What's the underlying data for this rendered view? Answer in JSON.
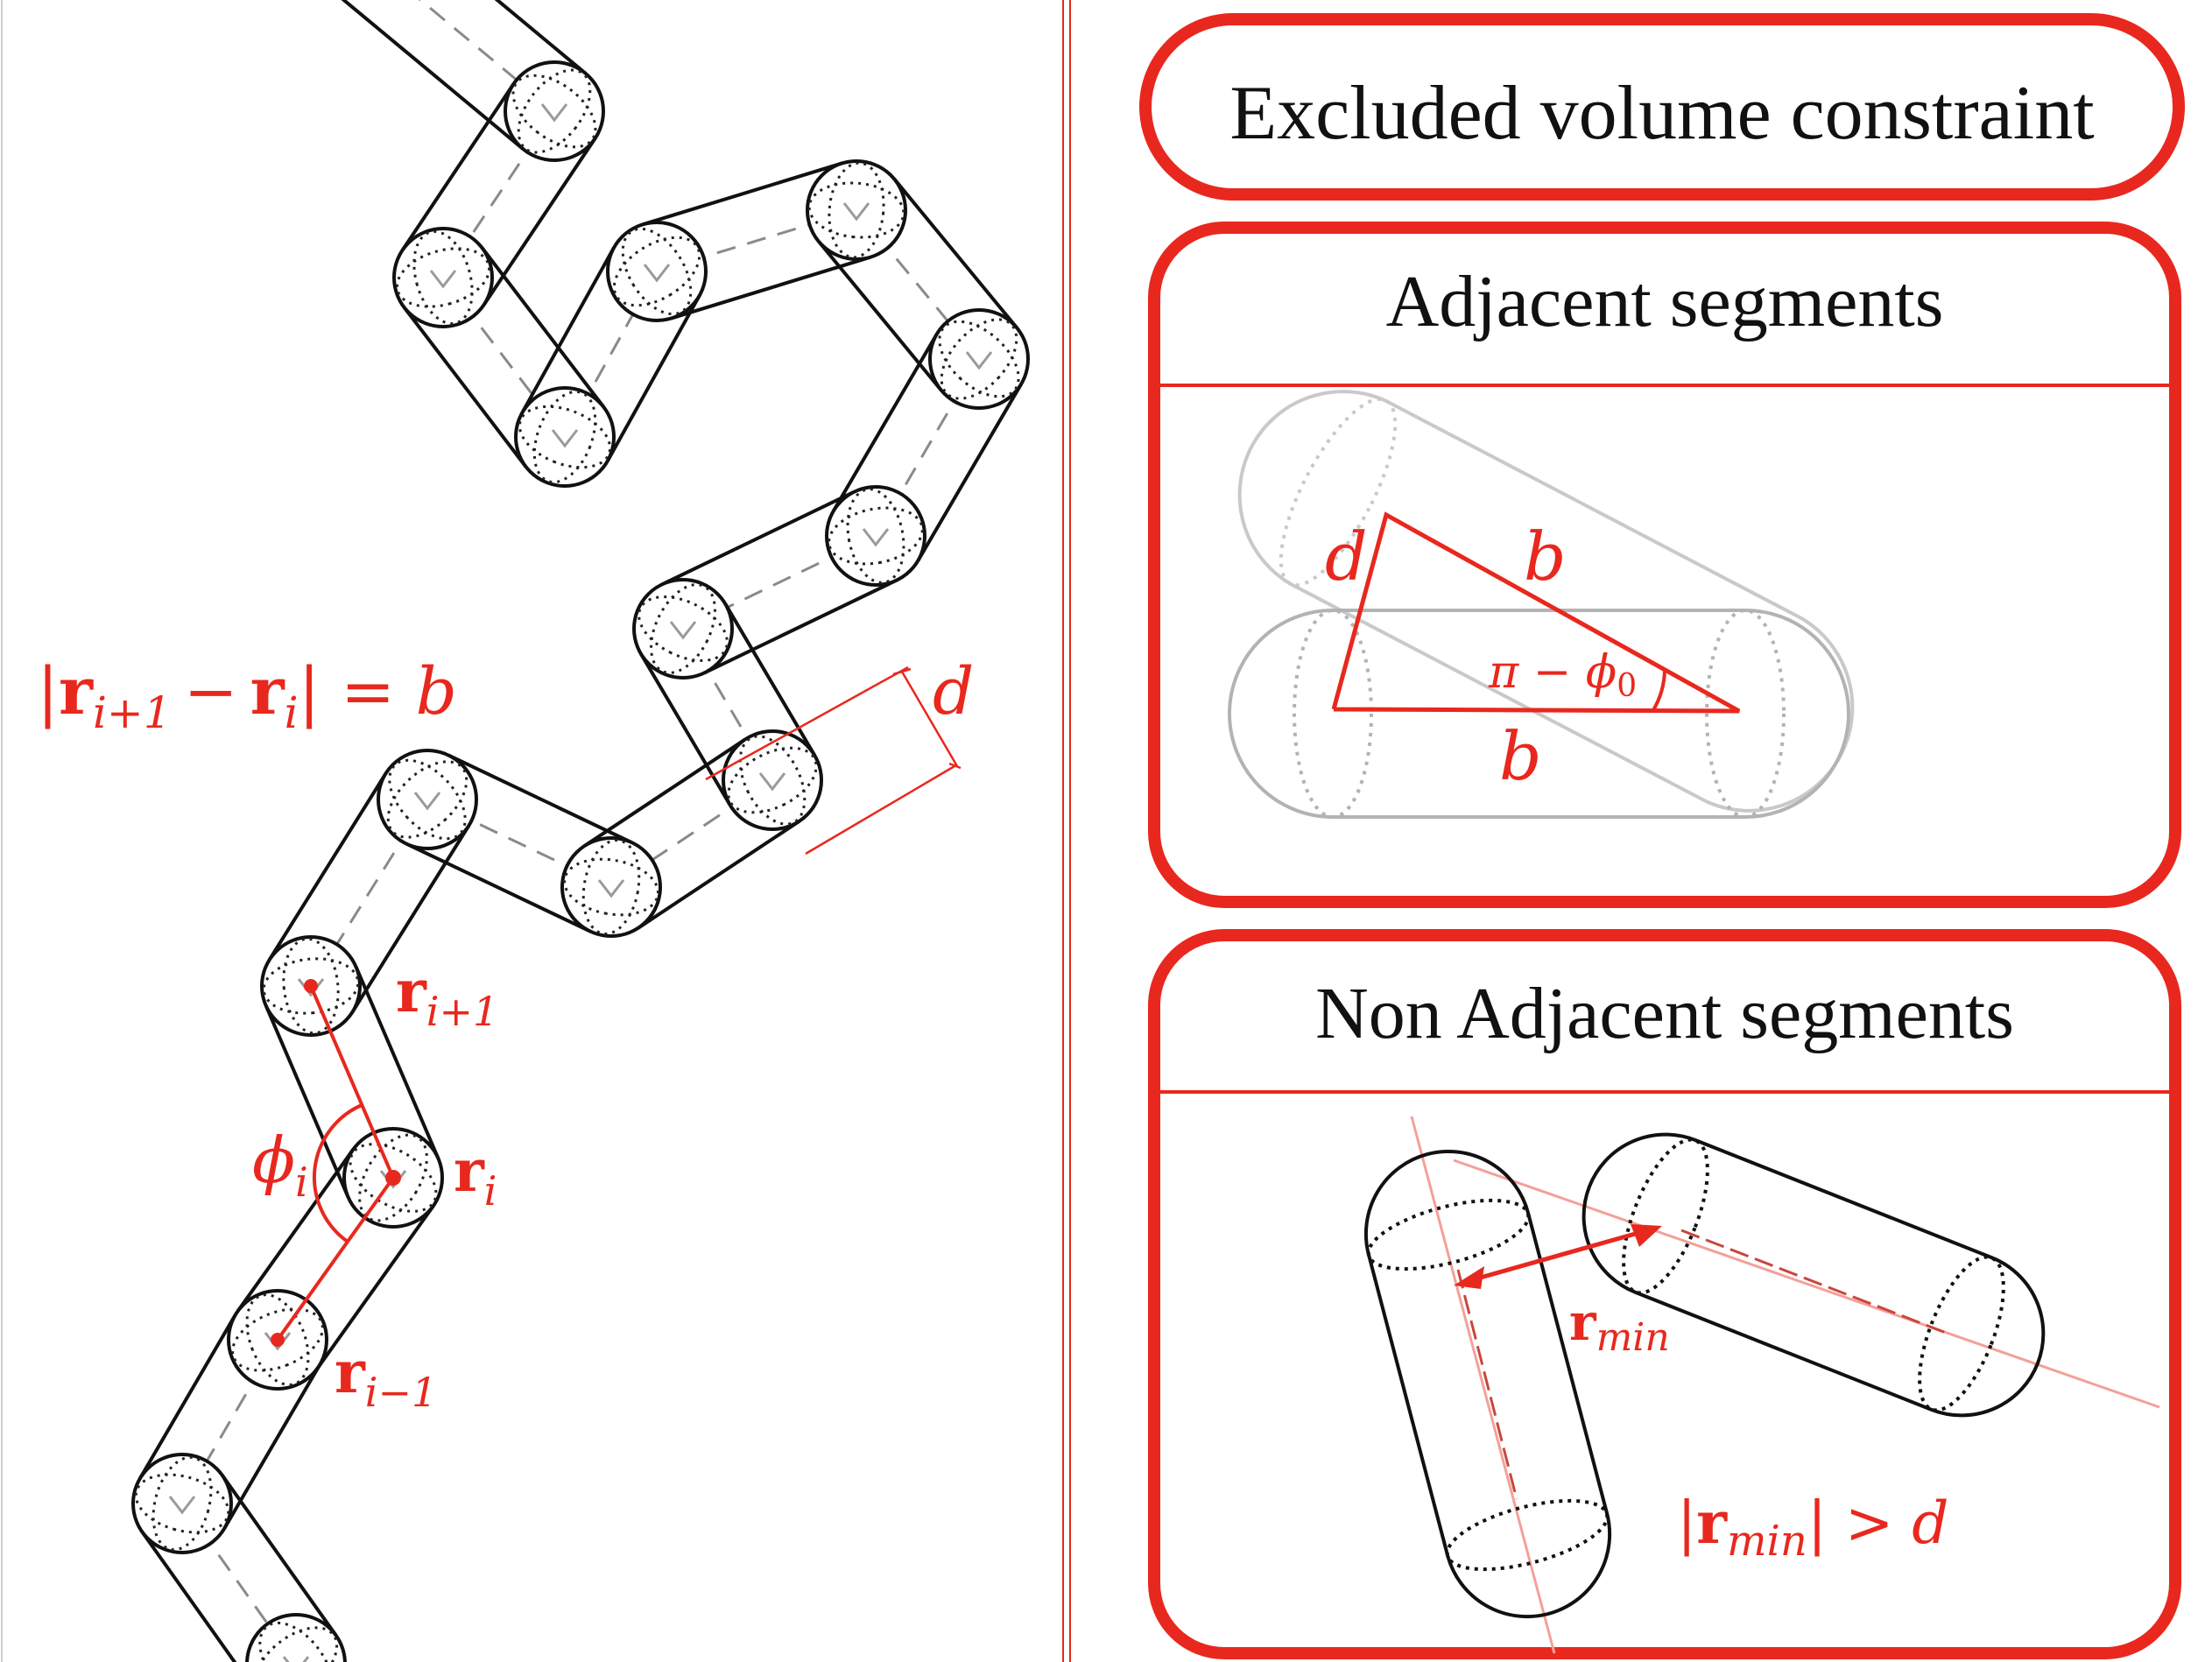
{
  "left_panel": {
    "bond_constraint": {
      "lhs_open": "|",
      "r_i1": "r",
      "sub_i1": "i+1",
      "minus": "−",
      "r_i": "r",
      "sub_i": "i",
      "rhs": "| = b"
    },
    "diameter_label": "d",
    "r_next": {
      "base": "r",
      "sub": "i+1"
    },
    "r_curr": {
      "base": "r",
      "sub": "i"
    },
    "r_prev": {
      "base": "r",
      "sub": "i−1"
    },
    "angle": {
      "base": "ϕ",
      "sub": "i"
    }
  },
  "right_panel": {
    "title": "Excluded volume constraint",
    "adjacent": {
      "header": "Adjacent segments",
      "label_d": "d",
      "label_b_top": "b",
      "label_b_bottom": "b",
      "angle_label": {
        "text": "π − ϕ",
        "sub": "0"
      }
    },
    "non_adjacent": {
      "header": "Non Adjacent segments",
      "rmin": {
        "base": "r",
        "sub": "min"
      },
      "condition": {
        "open": "|",
        "base": "r",
        "sub": "min",
        "close": "| > d"
      }
    }
  },
  "colors": {
    "accent_red": "#e8281e",
    "outline": "#111111",
    "ghost_gray": "#b9b9b9",
    "bond_dash": "#8a8a8a"
  }
}
